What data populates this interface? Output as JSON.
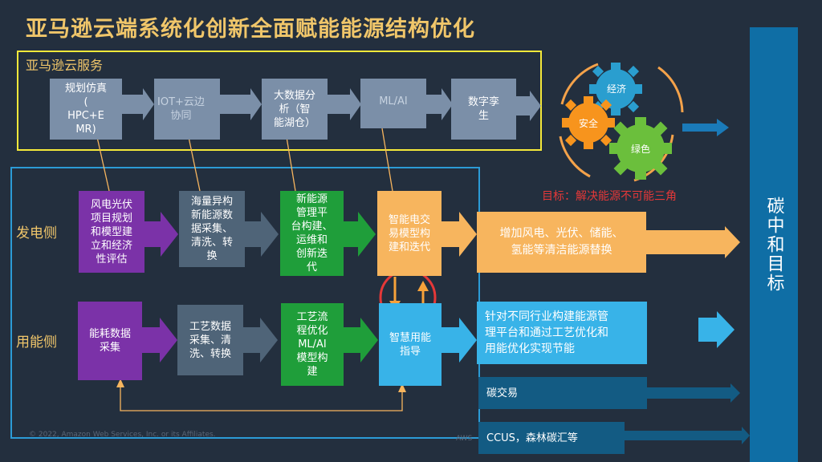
{
  "title": "亚马逊云端系统化创新全面赋能能源结构优化",
  "service_label": "亚马逊云服务",
  "services": [
    {
      "label": "规划仿真\n(\nHPC+E\nMR)"
    },
    {
      "label": "IOT+云边\n协同"
    },
    {
      "label": "大数据分\n析（智\n能湖仓）"
    },
    {
      "label": "ML/AI"
    },
    {
      "label": "数字孪\n生"
    }
  ],
  "side_labels": {
    "generation": "发电侧",
    "consumption": "用能侧"
  },
  "generation_steps": [
    {
      "label": "风电光伏\n项目规划\n和模型建\n立和经济\n性评估"
    },
    {
      "label": "海量异构\n新能源数\n据采集、\n清洗、转\n换"
    },
    {
      "label": "新能源\n管理平\n台构建、\n运维和\n创新迭\n代"
    },
    {
      "label": "智能电交\n易模型构\n建和迭代"
    }
  ],
  "consumption_steps": [
    {
      "label": "能耗数据\n采集"
    },
    {
      "label": "工艺数据\n采集、清\n洗、转换"
    },
    {
      "label": "工艺流\n程优化\nML/AI\n模型构\n建"
    },
    {
      "label": "智慧用能\n指导"
    }
  ],
  "outcomes": {
    "generation": "增加风电、光伏、储能、\n氢能等清洁能源替换",
    "consumption": "针对不同行业构建能源管\n理平台和通过工艺优化和\n用能优化实现节能",
    "carbon_trading": "碳交易",
    "ccus": "CCUS，森林碳汇等"
  },
  "gears": {
    "economy": "经济",
    "safety": "安全",
    "green": "绿色"
  },
  "goal": "目标：解决能源不可能三角",
  "carbon_target": "碳中和目标",
  "footer": "© 2022, Amazon Web Services, Inc. or its Affiliates.",
  "aws_mark": "AWS",
  "colors": {
    "background": "#232f3e",
    "title": "#f0c66a",
    "frame_yellow": "#f5e93a",
    "frame_blue": "#2c9bd6",
    "purple": "#7b32a8",
    "green": "#1f9e3a",
    "orange": "#f7b55e",
    "sky": "#38b3e8",
    "carbon": "#0f6ea5",
    "goal": "#e53838"
  }
}
